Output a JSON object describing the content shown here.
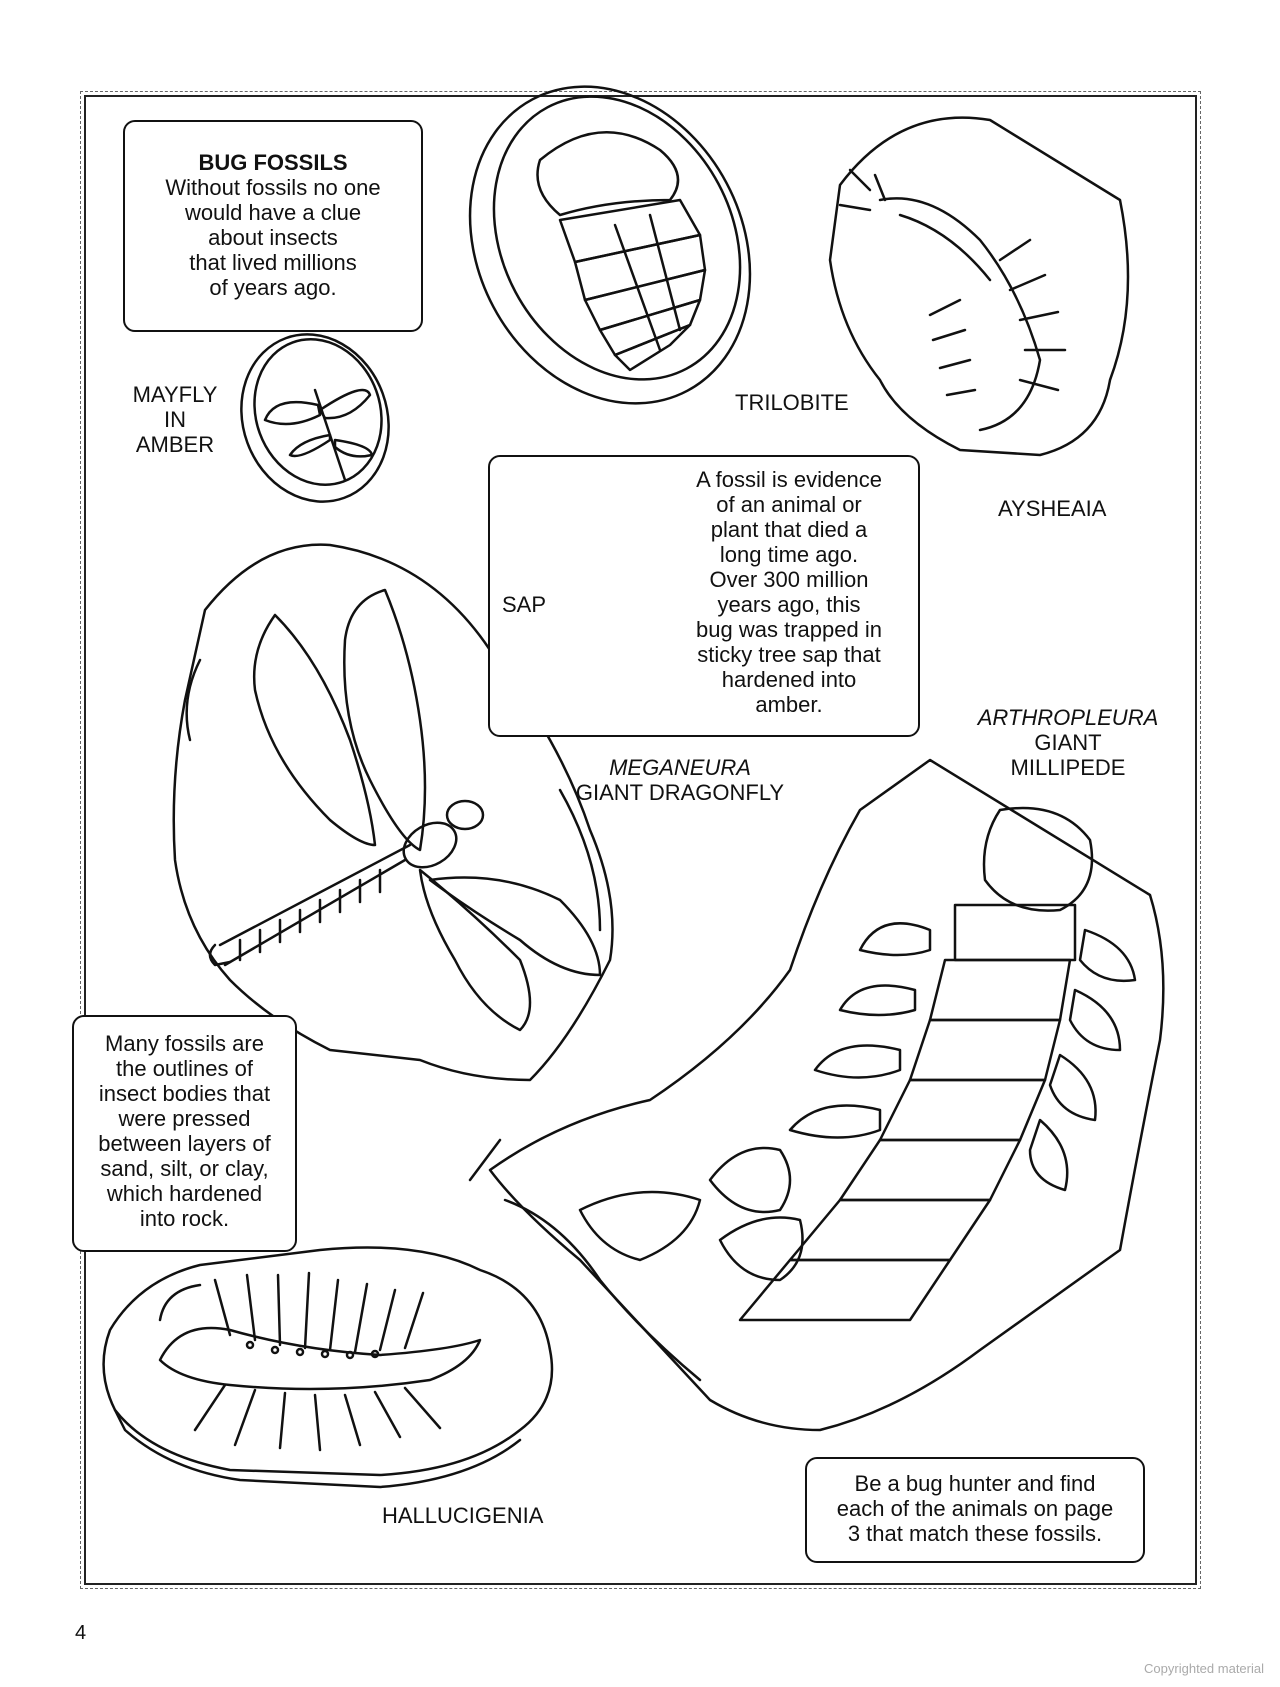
{
  "intro_box": {
    "title": "BUG FOSSILS",
    "lines": [
      "Without fossils no one",
      "would have a clue",
      "about insects",
      "that lived millions",
      "of years ago."
    ]
  },
  "labels": {
    "mayfly": [
      "MAYFLY",
      "IN",
      "AMBER"
    ],
    "trilobite": "TRILOBITE",
    "aysheaia": "AYSHEAIA",
    "sap": "SAP",
    "meganeura_name": "MEGANEURA",
    "meganeura_common": "GIANT DRAGONFLY",
    "arthropleura_name": "ARTHROPLEURA",
    "arthropleura_common": [
      "GIANT",
      "MILLIPEDE"
    ],
    "hallucigenia": "HALLUCIGENIA"
  },
  "fossil_box": {
    "lines": [
      "A fossil is evidence",
      "of an animal or",
      "plant that died a",
      "long time ago.",
      "Over 300 million",
      "years ago, this",
      "bug was trapped in",
      "sticky tree sap that",
      "hardened into",
      "amber."
    ]
  },
  "outlines_box": {
    "lines": [
      "Many fossils are",
      "the outlines of",
      "insect bodies that",
      "were pressed",
      "between layers of",
      "sand, silt, or clay,",
      "which hardened",
      "into rock."
    ]
  },
  "hunter_box": {
    "lines": [
      "Be a bug hunter and find",
      "each of the animals on page",
      "3 that match these fossils."
    ]
  },
  "page_number": "4",
  "copyright": "Copyrighted material"
}
